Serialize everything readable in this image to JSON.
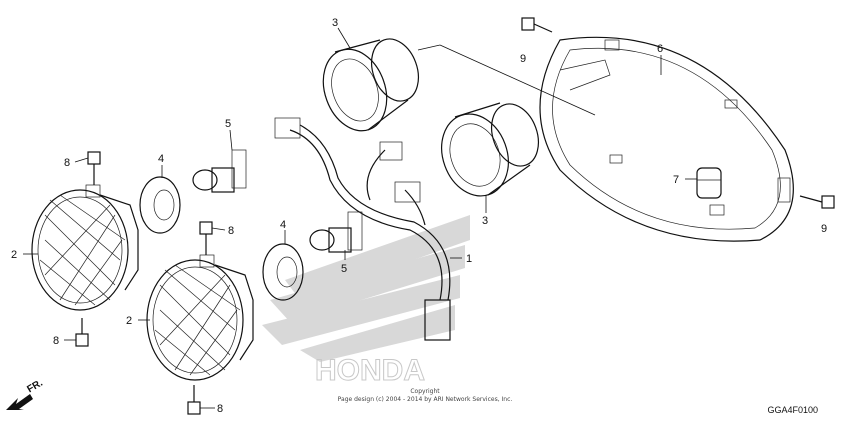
{
  "callouts": {
    "c1": "1",
    "c2a": "2",
    "c2b": "2",
    "c3a": "3",
    "c3b": "3",
    "c4a": "4",
    "c4b": "4",
    "c5a": "5",
    "c5b": "5",
    "c6": "6",
    "c7": "7",
    "c8a": "8",
    "c8b": "8",
    "c8c": "8",
    "c8d": "8",
    "c9a": "9",
    "c9b": "9"
  },
  "front_label": "FR.",
  "watermark": "HONDA",
  "copyright": {
    "line1": "Copyright",
    "line2": "Page design (c) 2004 - 2014 by ARI Network Services, Inc."
  },
  "diagram_code": "GGA4F0100"
}
